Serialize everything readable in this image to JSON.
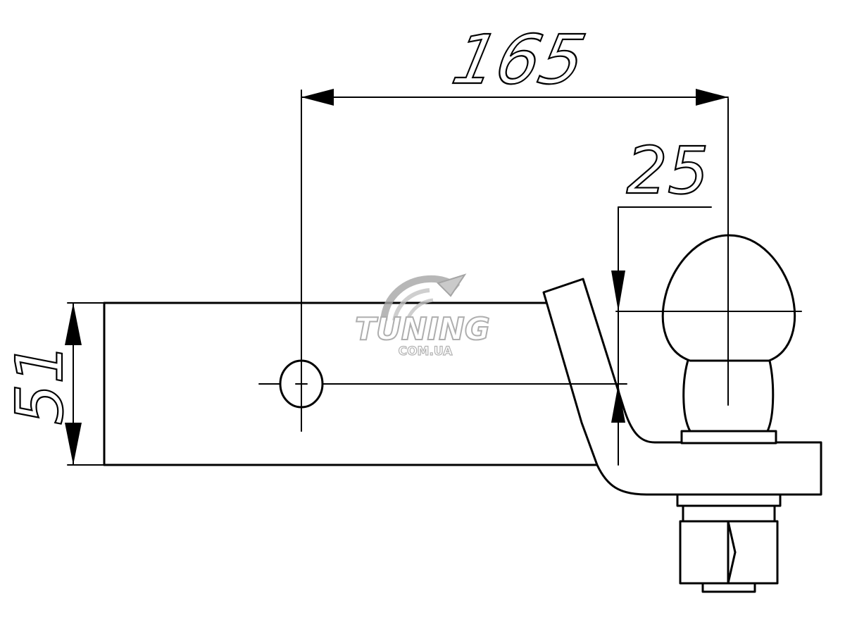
{
  "dimensions": {
    "length": "165",
    "offset": "25",
    "height": "51"
  },
  "watermark": {
    "brand": "TUNING",
    "domain": "COM.UA"
  },
  "colors": {
    "line": "#000000",
    "background": "#ffffff",
    "watermark": "#9a9a9a"
  }
}
